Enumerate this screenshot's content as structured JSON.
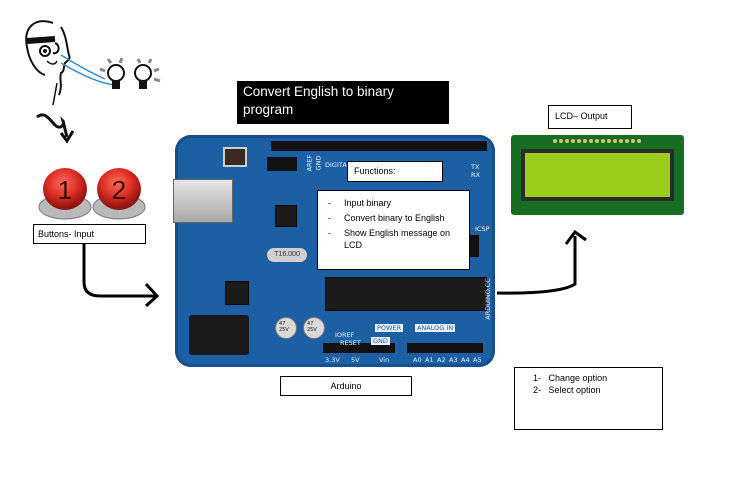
{
  "title": "Convert English to binary program",
  "lcd_label": "LCD– Output",
  "functions_heading": "Functions:",
  "functions": [
    "Input binary",
    "Convert binary to English",
    "Show English message on LCD"
  ],
  "buttons_label": "Buttons- Input",
  "button_numbers": [
    "1",
    "2"
  ],
  "arduino_label": "Arduino",
  "options": [
    {
      "num": "1-",
      "text": "Change option"
    },
    {
      "num": "2-",
      "text": "Select option"
    }
  ],
  "board_text": {
    "aref": "AREF",
    "gnd": "GND",
    "digital": "DIGITAL",
    "tx": "TX",
    "rx": "RX",
    "icsp": "ICSP",
    "crystal": "T16.000",
    "power": "POWER",
    "analog_in": "ANALOG IN",
    "arduino_cc": "ARDUINO.CC",
    "ioref": "IOREF",
    "reset": "RESET",
    "v33": "3.3V",
    "v5": "5V",
    "vin": "Vin",
    "analog_pins": [
      "A0",
      "A1",
      "A2",
      "A3",
      "A4",
      "A5"
    ],
    "cap": "47\n25V"
  },
  "colors": {
    "board": "#1d5fa3",
    "button": "#d92b22",
    "lcd_pcb": "#176e22",
    "lcd_screen": "#9ccc1c"
  }
}
